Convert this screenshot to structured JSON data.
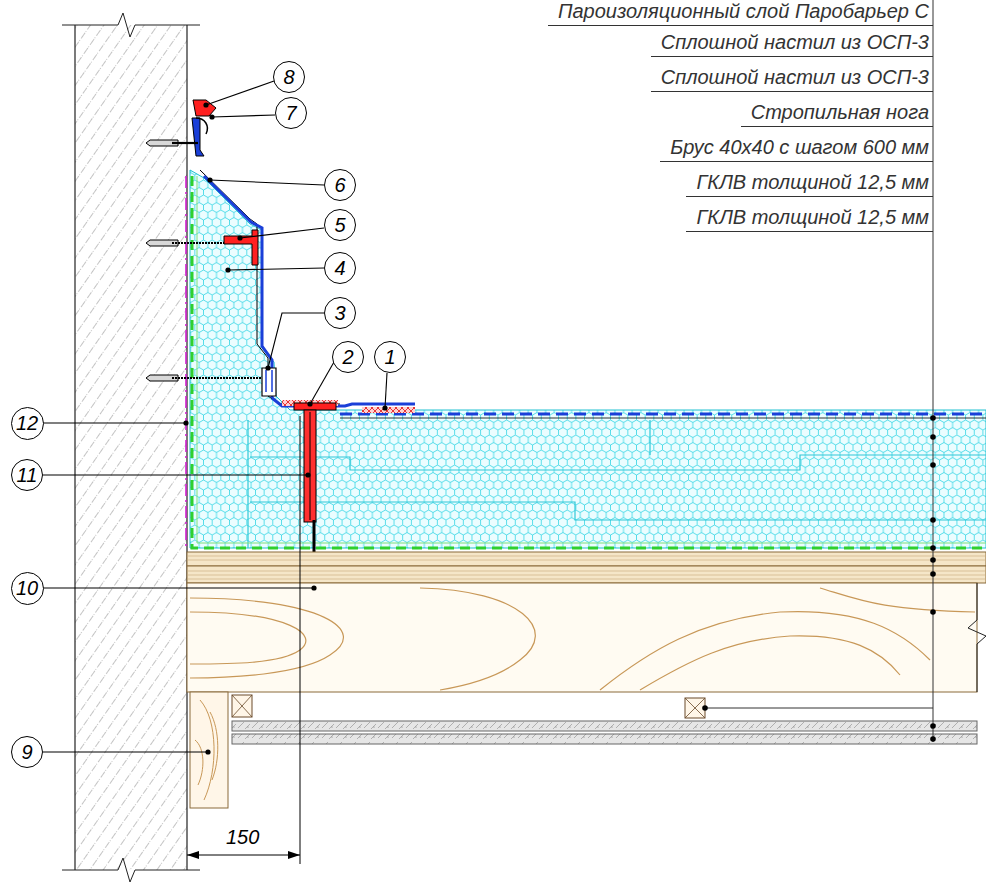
{
  "diagram": {
    "nodes": [
      {
        "text": [
          "8"
        ]
      },
      {
        "text": [
          "7"
        ]
      },
      {
        "text": [
          "6"
        ]
      },
      {
        "text": [
          "5"
        ]
      },
      {
        "text": [
          "4"
        ]
      },
      {
        "text": [
          "3"
        ]
      },
      {
        "text": [
          "2"
        ]
      },
      {
        "text": [
          "1"
        ]
      },
      {
        "text": [
          "12"
        ]
      },
      {
        "text": [
          "11"
        ]
      },
      {
        "text": [
          "10"
        ]
      },
      {
        "text": [
          "9"
        ]
      }
    ],
    "labels": [
      "Пароизоляционный слой Паробарьер С",
      "Сплошной настил из ОСП-3",
      "Сплошной настил из ОСП-3",
      "Стропильная нога",
      "Брус 40х40 с шагом 600 мм",
      "ГКЛВ толщиной 12,5 мм",
      "ГКЛВ толщиной 12,5 мм",
      "150"
    ]
  }
}
